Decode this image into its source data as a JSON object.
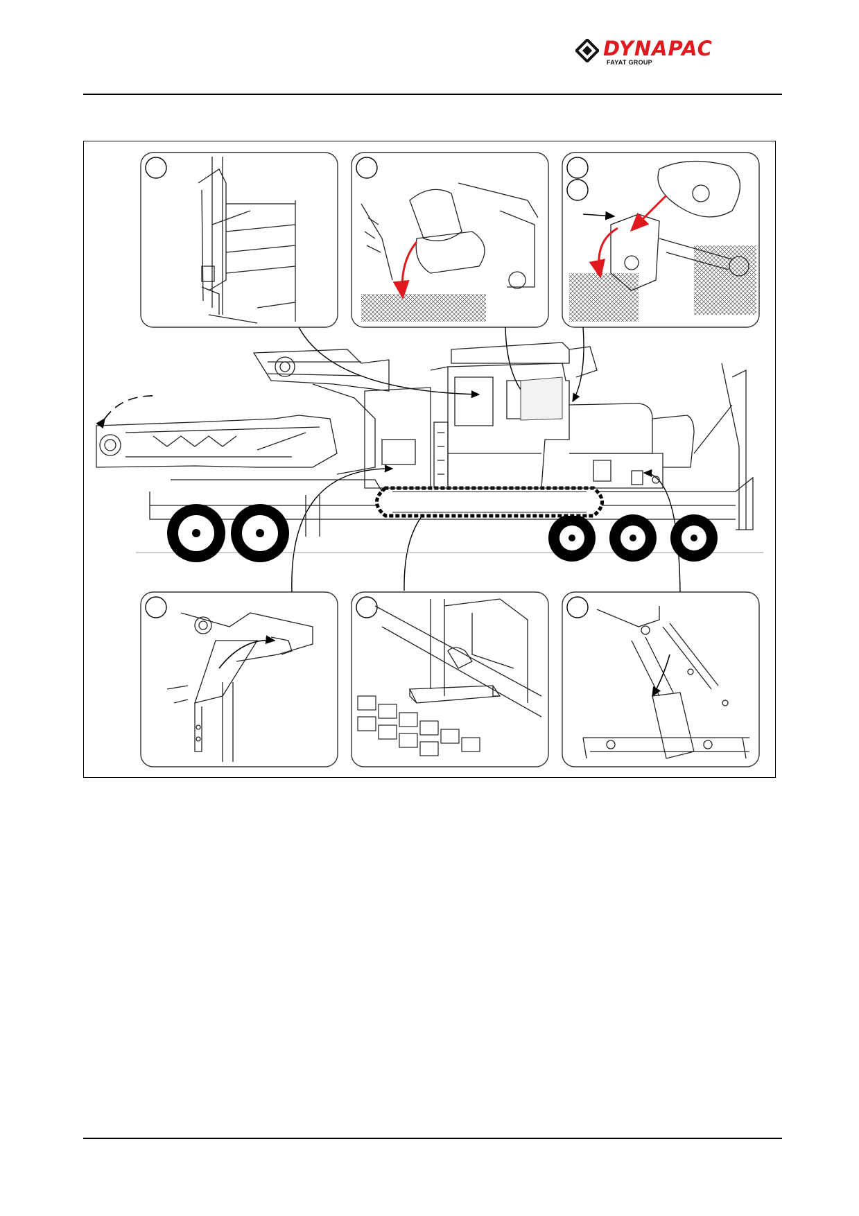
{
  "header": {
    "brand_name": "DYNAPAC",
    "brand_group": "FAYAT GROUP",
    "brand_color": "#e0191f"
  },
  "figure": {
    "accent_arrow_color": "#e0191f",
    "detail_panels": [
      {
        "id": "top-left",
        "content": "side-frame-latch"
      },
      {
        "id": "top-middle",
        "content": "operator-seat"
      },
      {
        "id": "top-right",
        "content": "console-cover"
      },
      {
        "id": "bottom-left",
        "content": "hitch-bracket"
      },
      {
        "id": "bottom-middle",
        "content": "track-step"
      },
      {
        "id": "bottom-right",
        "content": "hydraulic-cylinder"
      }
    ]
  }
}
